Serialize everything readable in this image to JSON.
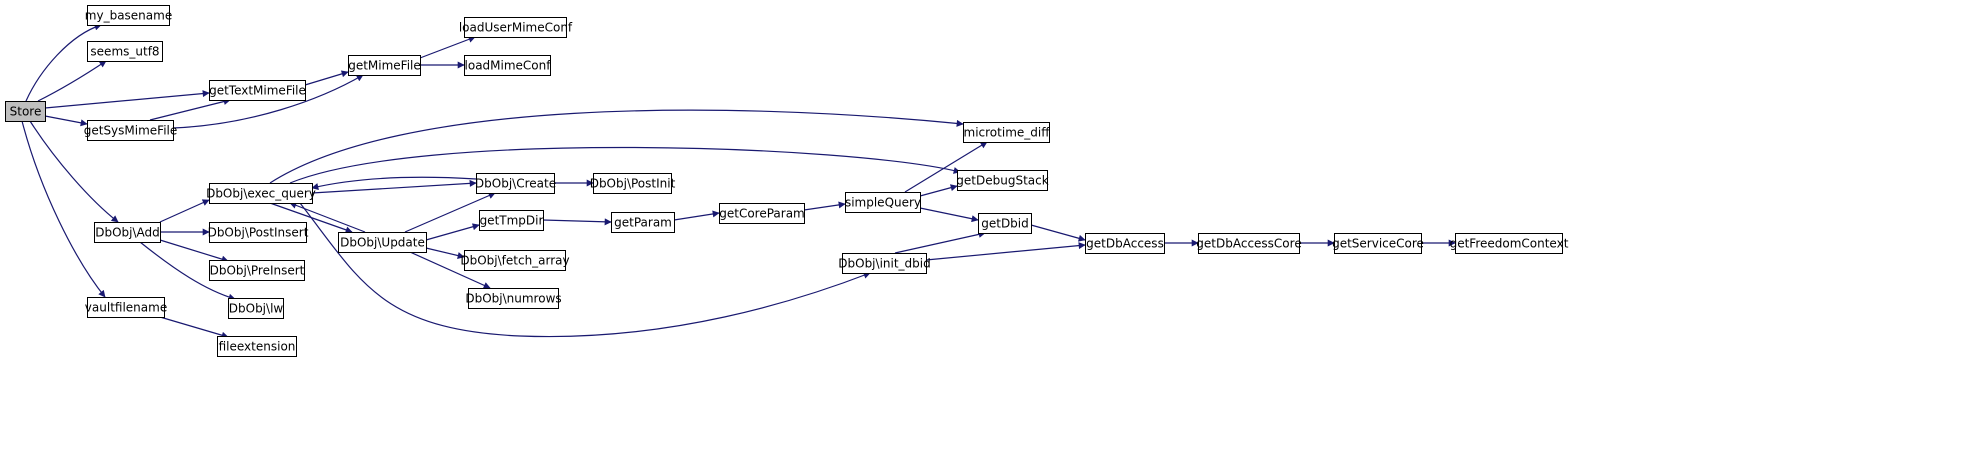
{
  "colors": {
    "edge": "#191970",
    "node_fill": "#ffffff",
    "root_fill": "#bfbfbf",
    "border": "#000000"
  },
  "nodes": [
    {
      "id": "store",
      "label": "Store",
      "root": true
    },
    {
      "id": "my_basename",
      "label": "my_basename"
    },
    {
      "id": "seems_utf8",
      "label": "seems_utf8"
    },
    {
      "id": "getTextMimeFile",
      "label": "getTextMimeFile"
    },
    {
      "id": "getSysMimeFile",
      "label": "getSysMimeFile"
    },
    {
      "id": "getMimeFile",
      "label": "getMimeFile"
    },
    {
      "id": "loadUserMimeConf",
      "label": "loadUserMimeConf"
    },
    {
      "id": "loadMimeConf",
      "label": "loadMimeConf"
    },
    {
      "id": "dbobj_add",
      "label": "DbObj\\Add"
    },
    {
      "id": "dbobj_exec_query",
      "label": "DbObj\\exec_query"
    },
    {
      "id": "dbobj_postinsert",
      "label": "DbObj\\PostInsert"
    },
    {
      "id": "dbobj_preinsert",
      "label": "DbObj\\PreInsert"
    },
    {
      "id": "dbobj_lw",
      "label": "DbObj\\lw"
    },
    {
      "id": "vaultfilename",
      "label": "vaultfilename"
    },
    {
      "id": "fileextension",
      "label": "fileextension"
    },
    {
      "id": "dbobj_create",
      "label": "DbObj\\Create"
    },
    {
      "id": "dbobj_postinit",
      "label": "DbObj\\PostInit"
    },
    {
      "id": "dbobj_update",
      "label": "DbObj\\Update"
    },
    {
      "id": "getTmpDir",
      "label": "getTmpDir"
    },
    {
      "id": "dbobj_fetch_array",
      "label": "DbObj\\fetch_array"
    },
    {
      "id": "dbobj_numrows",
      "label": "DbObj\\numrows"
    },
    {
      "id": "getParam",
      "label": "getParam"
    },
    {
      "id": "getCoreParam",
      "label": "getCoreParam"
    },
    {
      "id": "simpleQuery",
      "label": "simpleQuery"
    },
    {
      "id": "microtime_diff",
      "label": "microtime_diff"
    },
    {
      "id": "getDebugStack",
      "label": "getDebugStack"
    },
    {
      "id": "getDbid",
      "label": "getDbid"
    },
    {
      "id": "dbobj_init_dbid",
      "label": "DbObj\\init_dbid"
    },
    {
      "id": "getDbAccess",
      "label": "getDbAccess"
    },
    {
      "id": "getDbAccessCore",
      "label": "getDbAccessCore"
    },
    {
      "id": "getServiceCore",
      "label": "getServiceCore"
    },
    {
      "id": "getFreedomContext",
      "label": "getFreedomContext"
    }
  ]
}
